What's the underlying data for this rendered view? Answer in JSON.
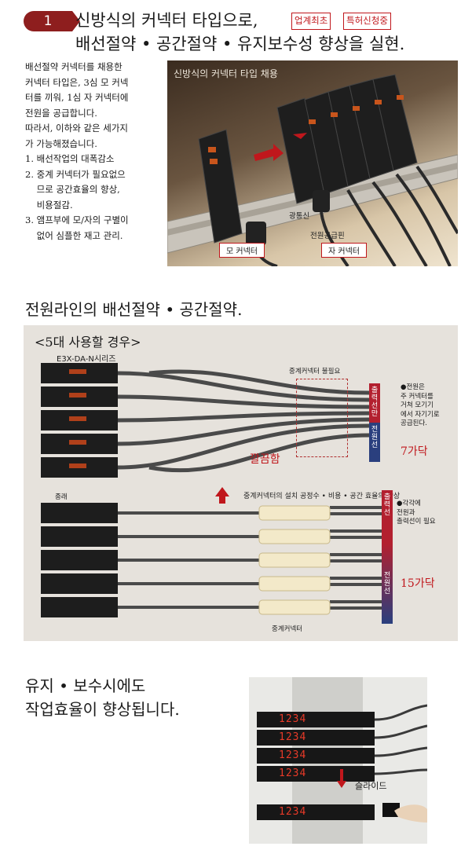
{
  "section1": {
    "number": "1",
    "title_line1": "신방식의 커넥터 타입으로,",
    "title_line2": "배선절약 • 공간절약 • 유지보수성 향상을 실현.",
    "tags": [
      "업계최초",
      "특허신청중"
    ],
    "body": [
      "배선절약 커넥터를 채용한",
      "커넥터 타입은, 3심 모 커넥",
      "터를 끼워, 1심 자 커넥터에",
      "전원을 공급합니다.",
      "따라서, 이하와 같은 세가지",
      "가 가능해졌습니다.",
      "1. 배선작업의 대폭감소",
      "2. 중계 커넥터가 필요없으",
      "    므로 공간효율의 향상,",
      "    비용절감.",
      "3. 앰프부에 모/자의 구별이",
      "    없어 심플한 재고 관리."
    ],
    "image": {
      "caption": "신방식의 커넥터 타입 채용",
      "callout_signal": "광통신",
      "callout_power": "전원공급핀",
      "male_connector": "모 커넥터",
      "female_connector": "자 커넥터"
    }
  },
  "section2": {
    "title": "전원라인의 배선절약 • 공간절약.",
    "case_label": "<5대 사용할 경우>",
    "series_label": "E3X-DA-N시리즈",
    "relay_not_needed": "중계커넥터 불필요",
    "wire_top_output": "출력선만",
    "wire_top_power": "전원선",
    "note_top": [
      "●전원은",
      "주 커넥터를",
      "거쳐 모기기",
      "에서 자기기로",
      "공급된다."
    ],
    "count_new": "7가닥",
    "clean": "깔끔함",
    "conventional_label": "종래",
    "improvement": "중계커넥터의 설치 공정수 • 비용 • 공간 효율의 향상",
    "wire_bottom_output": "출력선",
    "wire_bottom_power": "전원선",
    "note_bottom": [
      "●각각에",
      "전원과",
      "출력선이 필요"
    ],
    "count_old": "15가닥",
    "relay_connector": "중계커넥터"
  },
  "section3": {
    "title_line1": "유지 • 보수시에도",
    "title_line2": "작업효율이 향상됩니다.",
    "display_values": [
      "1234",
      "1234",
      "1234",
      "1234",
      "1234"
    ],
    "slide_label": "슬라이드"
  }
}
